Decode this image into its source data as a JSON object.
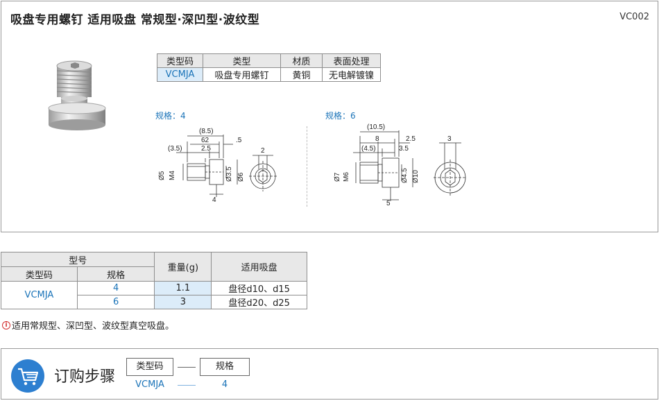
{
  "header": {
    "title": "吸盘专用螺钉  适用吸盘  常规型·深凹型·波纹型",
    "code": "VC002"
  },
  "spec_table": {
    "headers": [
      "类型码",
      "类型",
      "材质",
      "表面处理"
    ],
    "row": [
      "VCMJA",
      "吸盘专用螺钉",
      "黄铜",
      "无电解镀镍"
    ]
  },
  "drawings": {
    "left": {
      "label": "规格：4",
      "dims": [
        "(8.5)",
        "62",
        ".5",
        "(3.5)",
        "2.5",
        "2",
        "Ø5",
        "M4",
        "Ø3.5",
        "Ø6",
        "4"
      ]
    },
    "right": {
      "label": "规格：6",
      "dims": [
        "(10.5)",
        "8",
        "2.5",
        "(4.5)",
        "3.5",
        "3",
        "Ø7",
        "M6",
        "Ø4.5",
        "Ø10",
        "5"
      ]
    }
  },
  "main_table": {
    "group_header": "型号",
    "sub_headers": [
      "类型码",
      "规格"
    ],
    "weight_header": "重量(g)",
    "suction_header": "适用吸盘",
    "type_code": "VCMJA",
    "rows": [
      {
        "spec": "4",
        "weight": "1.1",
        "suction": "盘径d10、d15"
      },
      {
        "spec": "6",
        "weight": "3",
        "suction": "盘径d20、d25"
      }
    ]
  },
  "note": {
    "icon": "i",
    "text": "适用常规型、深凹型、波纹型真空吸盘。"
  },
  "order": {
    "title": "订购步骤",
    "steps": [
      {
        "label": "类型码",
        "value": "VCMJA"
      },
      {
        "label": "规格",
        "value": "4"
      }
    ]
  },
  "colors": {
    "accent": "#1a73b8",
    "cart_bg": "#2d7fd0",
    "table_header": "#e8e8e8",
    "highlight": "#dcecf9"
  }
}
